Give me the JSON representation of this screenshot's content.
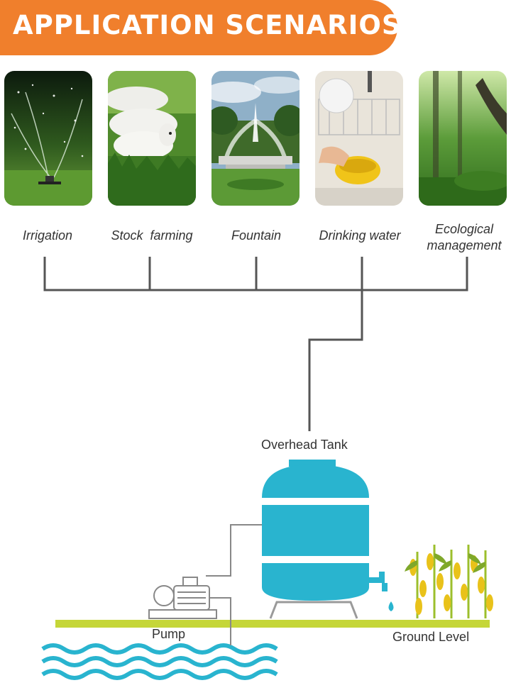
{
  "banner": {
    "title": "APPLICATION SCENARIOS",
    "color": "#f07f2c"
  },
  "scenarios": [
    {
      "label": "Irrigation",
      "icon": "sprinkler-icon"
    },
    {
      "label": "Stock  farming",
      "icon": "sheep-icon"
    },
    {
      "label": "Fountain",
      "icon": "fountain-icon"
    },
    {
      "label": "Drinking water",
      "icon": "kitchen-sink-icon"
    },
    {
      "label": "Ecological management",
      "icon": "forest-icon"
    }
  ],
  "diagram": {
    "tank_label": "Overhead Tank",
    "pump_label": "Pump",
    "ground_label": "Ground Level",
    "colors": {
      "tank": "#29b4cf",
      "ground": "#c5d638",
      "water": "#29b4cf",
      "connector": "#555555",
      "corn": "#e9c21a"
    }
  }
}
